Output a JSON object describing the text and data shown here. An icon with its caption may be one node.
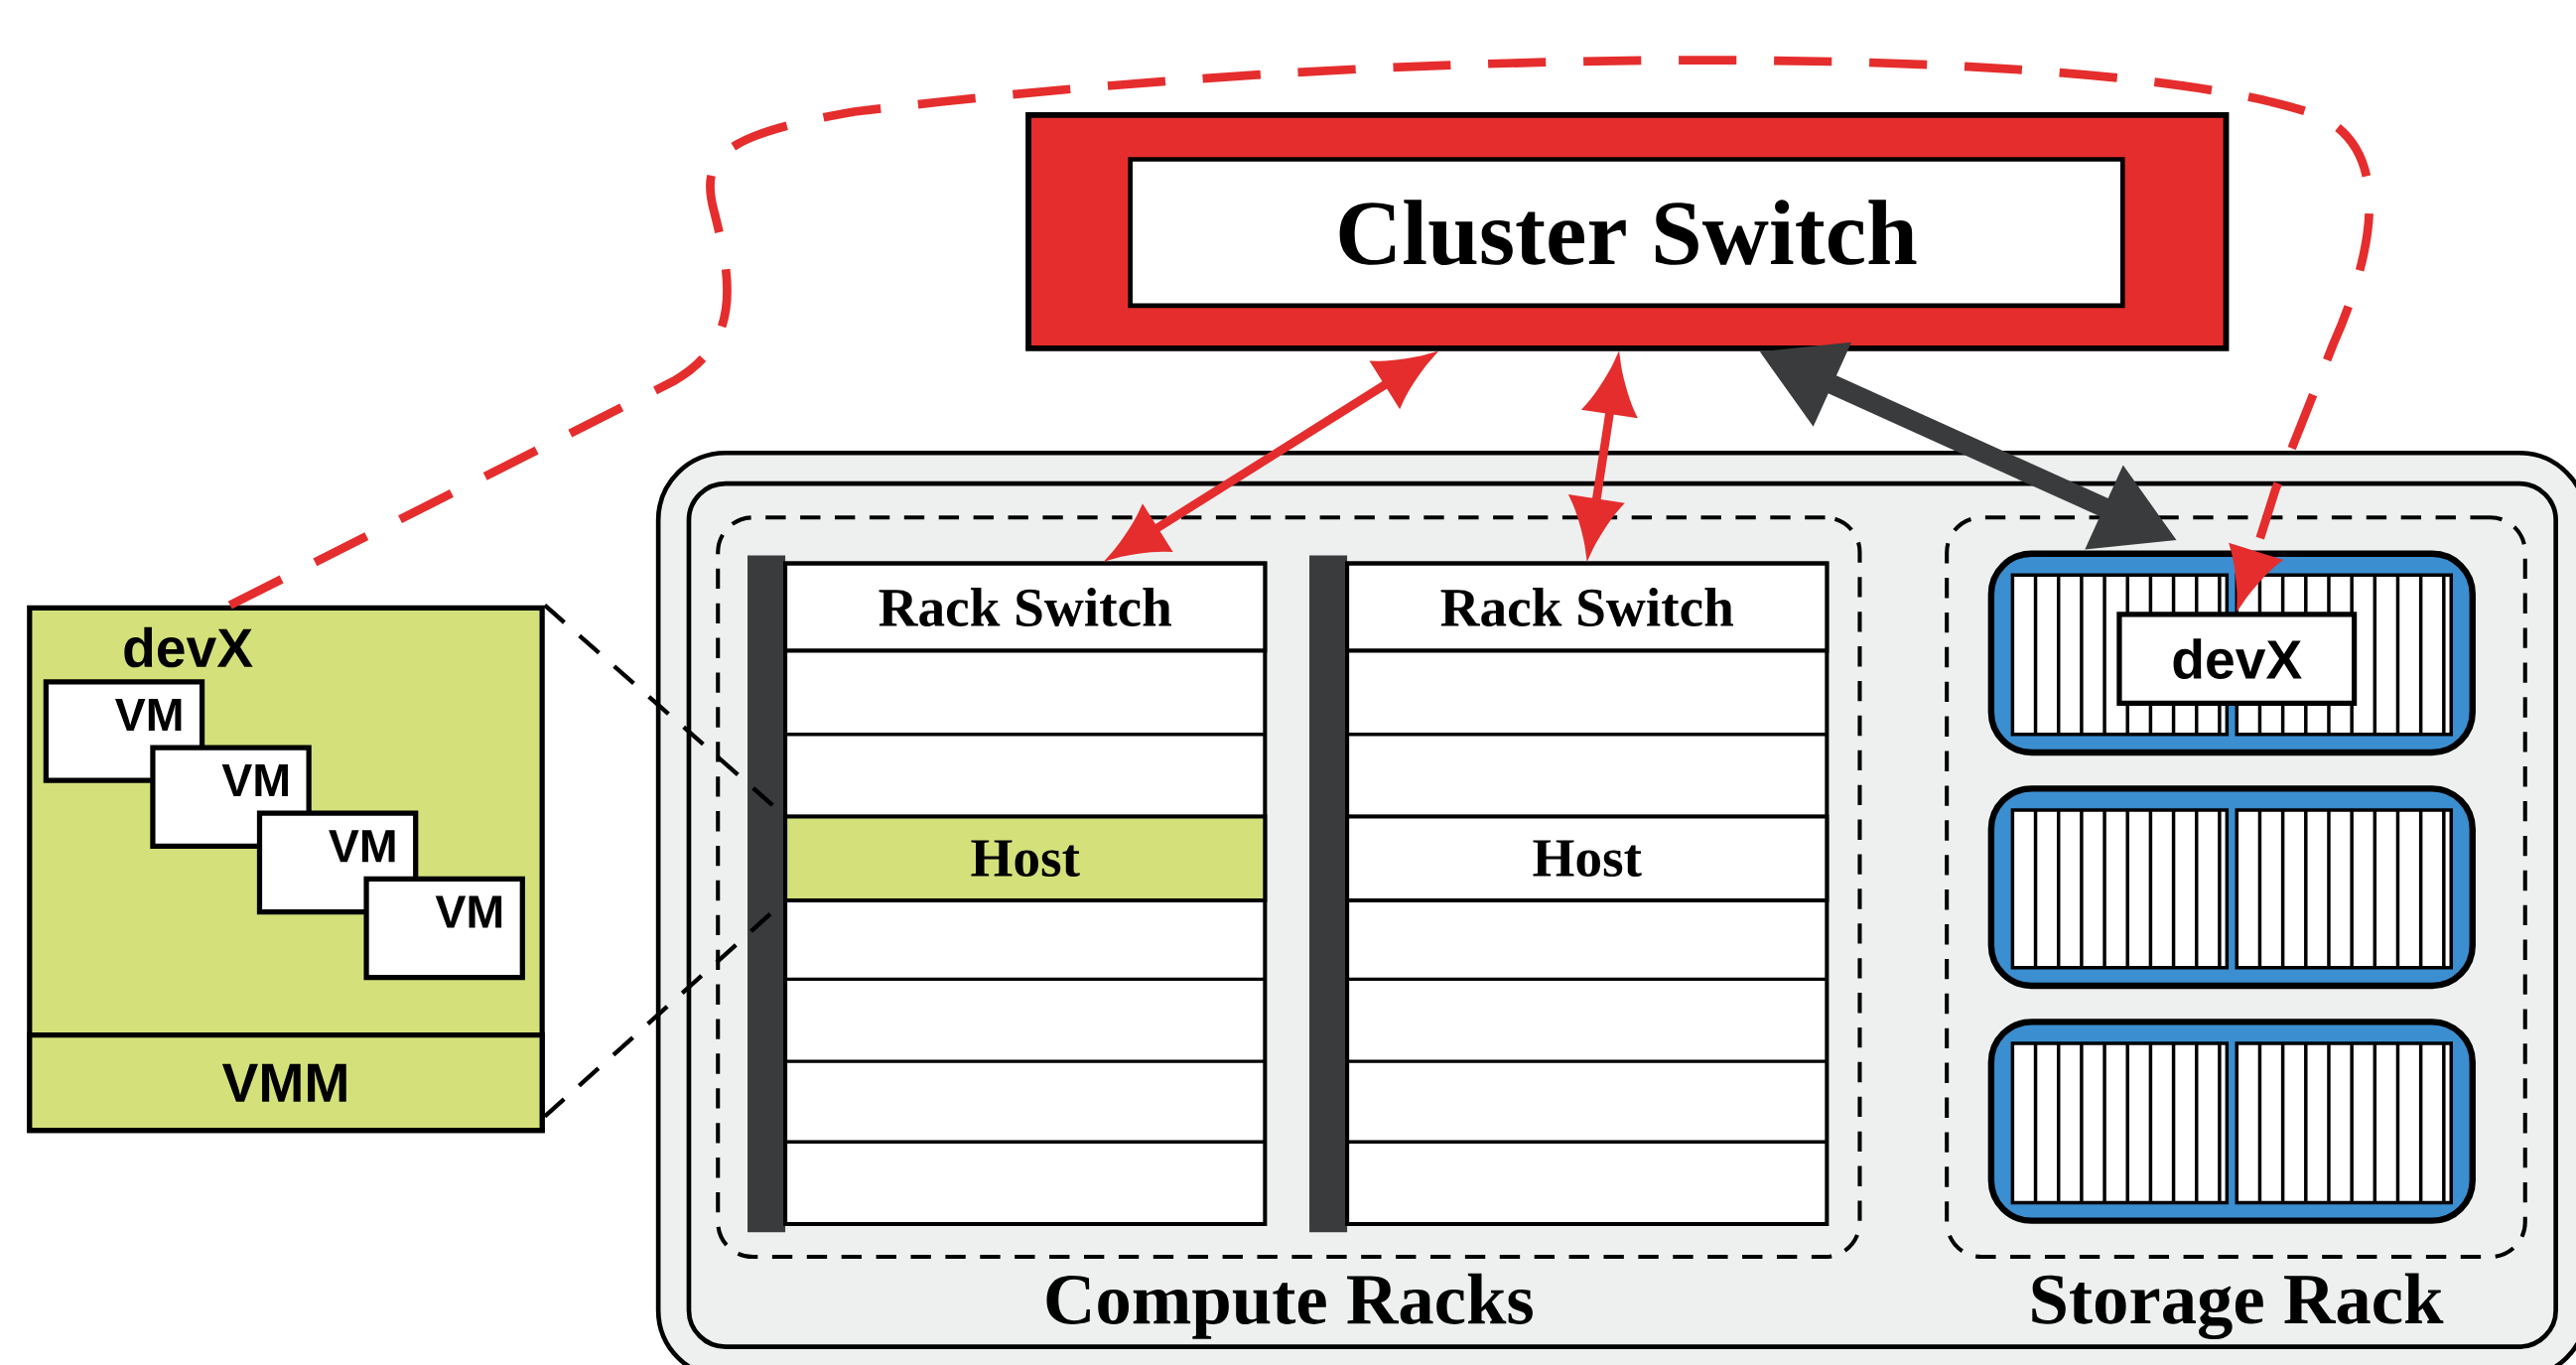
{
  "diagram": {
    "nodes": [
      {
        "text": [
          "Cluster Switch"
        ]
      },
      {
        "text": [],
        "shape": "box"
      },
      {
        "text": [
          "Compute Racks"
        ],
        "in": 1
      },
      {
        "text": [
          "Storage Rack"
        ],
        "in": 1
      },
      {
        "text": [
          "Rack Switch"
        ],
        "in": 2
      },
      {
        "text": [
          "Host"
        ],
        "in": 2
      },
      {
        "text": [
          "Rack Switch"
        ],
        "in": 2
      },
      {
        "text": [
          "Host"
        ],
        "in": 2
      },
      {
        "text": [],
        "shape": "box",
        "in": 3
      },
      {
        "text": [
          "devX"
        ],
        "in": 8
      },
      {
        "text": [],
        "shape": "box",
        "in": 3
      },
      {
        "text": [],
        "shape": "box",
        "in": 3
      },
      {
        "text": [
          "devX"
        ]
      },
      {
        "text": [
          "VM"
        ],
        "in": 12
      },
      {
        "text": [
          "VM"
        ],
        "in": 12
      },
      {
        "text": [
          "VM"
        ],
        "in": 12
      },
      {
        "text": [
          "VM"
        ],
        "in": 12
      },
      {
        "text": [
          "VMM"
        ],
        "in": 12
      }
    ],
    "edges": [
      {
        "from": 0,
        "to": 4,
        "arrow": "both"
      },
      {
        "from": 0,
        "to": 6,
        "arrow": "both"
      },
      {
        "from": 0,
        "to": 8,
        "arrow": "both",
        "style": "thick",
        "color": "#3a3b3c"
      },
      {
        "from": 12,
        "to": 9,
        "arrow": "to",
        "style": "dashed"
      },
      {
        "from": 12,
        "to": 5,
        "arrow": "none",
        "style": "dashed",
        "color": "#000000"
      },
      {
        "from": 12,
        "to": 5,
        "arrow": "none",
        "style": "dashed",
        "color": "#000000"
      }
    ]
  }
}
